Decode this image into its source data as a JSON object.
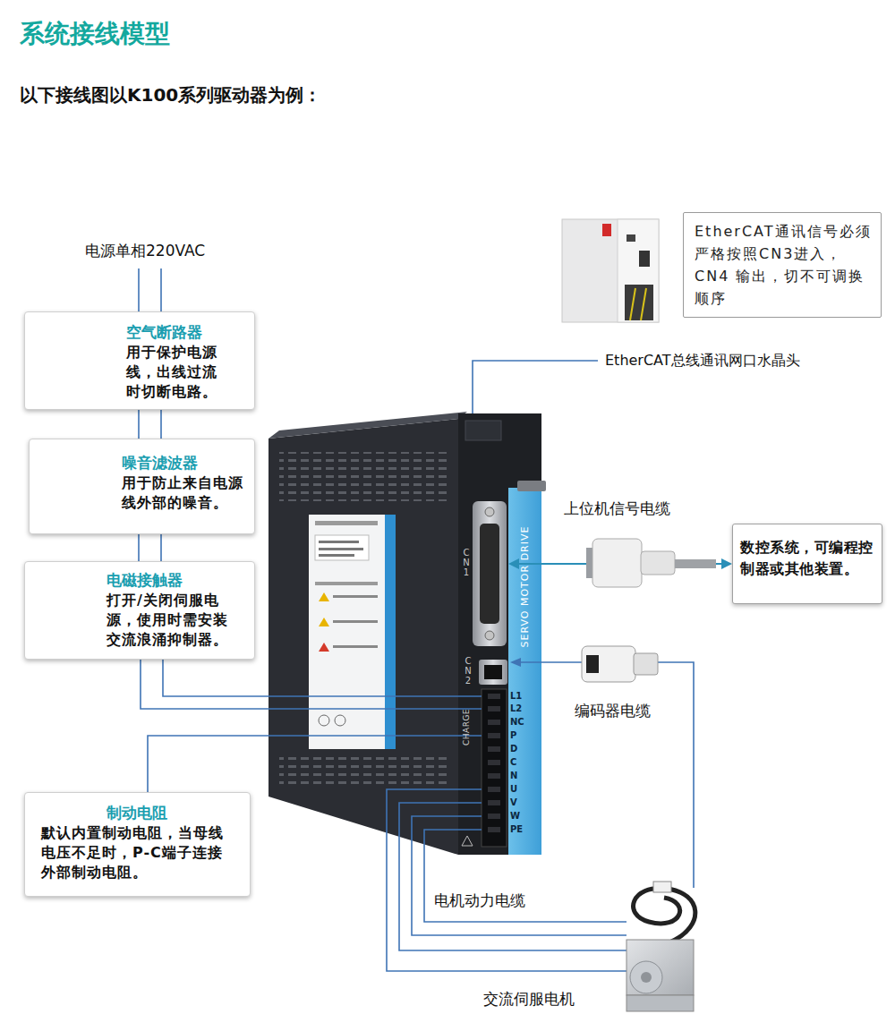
{
  "diagram": {
    "title": "系统接线模型",
    "nodes": [
      {
        "text": [
          "空气断路器",
          "用于保护电源线，出线过流时切断电路。"
        ]
      },
      {
        "text": [
          "噪音滤波器",
          "用于防止来自电源线外部的噪音。"
        ]
      },
      {
        "text": [
          "电磁接触器",
          "打开/关闭伺服电源，使用时需安装交流浪涌抑制器。"
        ]
      },
      {
        "text": [
          "制动电阻",
          "默认内置制动电阻，当母线电压不足时，P-C端子连接外部制动电阻。"
        ]
      },
      {
        "text": [
          "EtherCAT通讯信号必须严格按照CN3进入，CN4 输出，切不可调换顺序"
        ]
      },
      {
        "text": [
          "数控系统，可编程控制器或其他装置。"
        ]
      }
    ],
    "edges": [
      {
        "from": 0,
        "to": 1,
        "arrow": "none"
      },
      {
        "from": 1,
        "to": 2,
        "arrow": "none"
      }
    ],
    "labels": [
      "以下接线图以K100系列驱动器为例：",
      "电源单相220VAC",
      "EtherCAT总线通讯网口水晶头",
      "上位机信号电缆",
      "编码器电缆",
      "电机动力电缆",
      "交流伺服电机",
      "CN1",
      "CN2",
      "L1",
      "L2",
      "NC",
      "P",
      "D",
      "C",
      "N",
      "U",
      "V",
      "W",
      "PE",
      "CHARGE",
      "SERVO MOTOR DRIVE"
    ]
  }
}
